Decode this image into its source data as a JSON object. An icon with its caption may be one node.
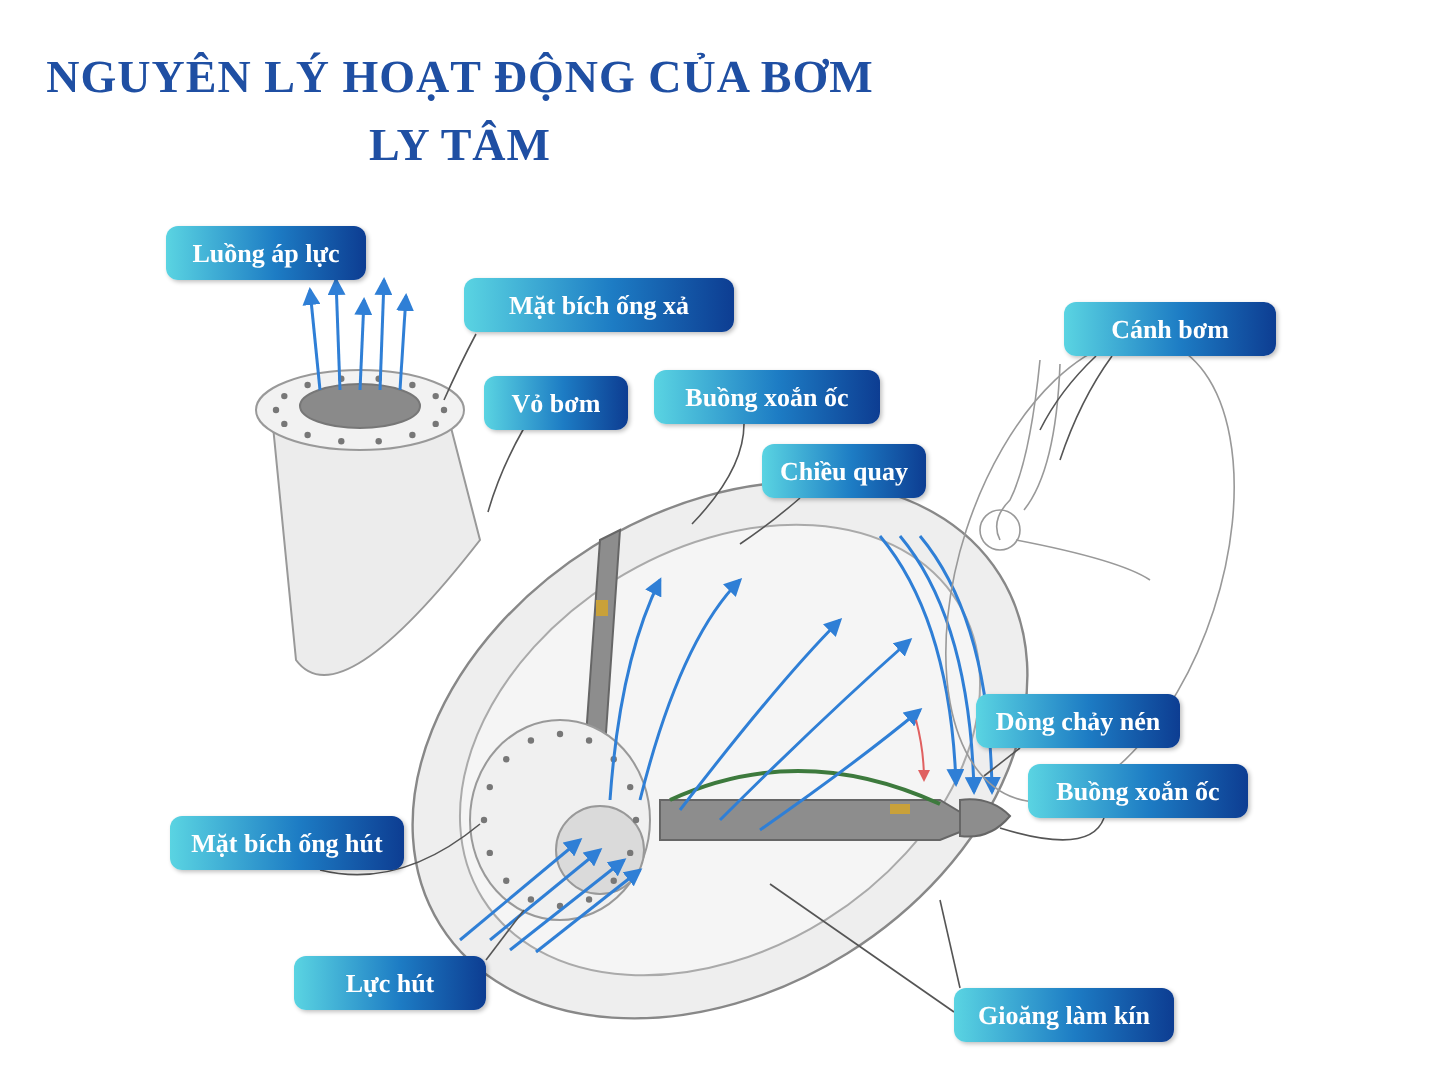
{
  "diagram": {
    "title": "NGUYÊN LÝ HOẠT ĐỘNG CỦA BƠM LY TÂM",
    "nodes": [
      {
        "text": [
          "Luồng áp lực"
        ]
      },
      {
        "text": [
          "Mặt bích ống xả"
        ]
      },
      {
        "text": [
          "Cánh bơm"
        ]
      },
      {
        "text": [
          "Buồng xoắn ốc"
        ]
      },
      {
        "text": [
          "Vỏ bơm"
        ]
      },
      {
        "text": [
          "Chiều quay"
        ]
      },
      {
        "text": [
          "Dòng chảy nén"
        ]
      },
      {
        "text": [
          "Buồng xoắn ốc"
        ]
      },
      {
        "text": [
          "Mặt bích ống hút"
        ]
      },
      {
        "text": [
          "Lực hút"
        ]
      },
      {
        "text": [
          "Gioăng làm kín"
        ]
      }
    ],
    "edges": [
      {
        "from": 1,
        "to": null,
        "arrow": "none"
      },
      {
        "from": 2,
        "to": null,
        "arrow": "none"
      },
      {
        "from": 2,
        "to": null,
        "arrow": "none"
      },
      {
        "from": 3,
        "to": null,
        "arrow": "none"
      },
      {
        "from": 4,
        "to": null,
        "arrow": "none"
      },
      {
        "from": 5,
        "to": null,
        "arrow": "none"
      },
      {
        "from": 6,
        "to": null,
        "arrow": "none"
      },
      {
        "from": 7,
        "to": null,
        "arrow": "none"
      },
      {
        "from": 8,
        "to": null,
        "arrow": "none"
      },
      {
        "from": 9,
        "to": null,
        "arrow": "none"
      },
      {
        "from": 10,
        "to": null,
        "arrow": "none"
      },
      {
        "from": 10,
        "to": null,
        "arrow": "none"
      }
    ]
  }
}
